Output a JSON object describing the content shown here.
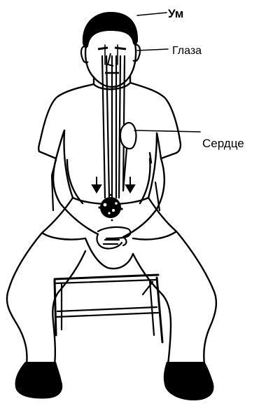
{
  "labels": {
    "mind": "Ум",
    "eyes": "Глаза",
    "heart": "Сердце"
  },
  "colors": {
    "ink": "#000000",
    "paper": "#ffffff"
  }
}
